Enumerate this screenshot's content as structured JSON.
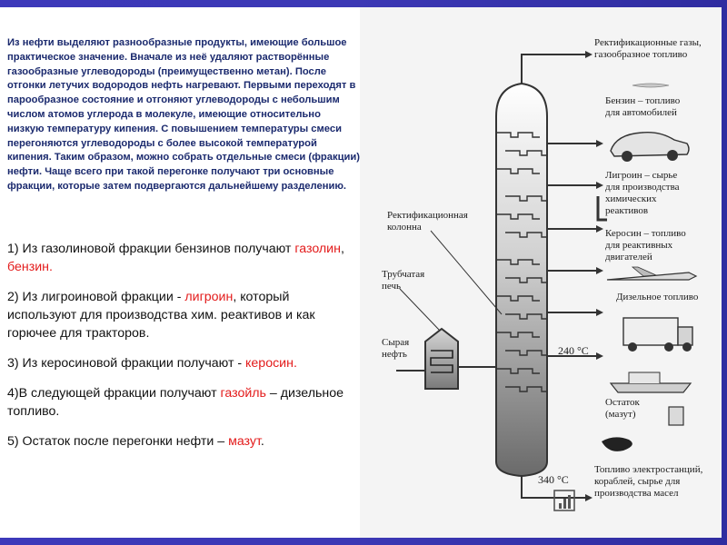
{
  "slide": {
    "intro": "Из нефти выделяют разнообразные продукты, имеющие большое практическое значение. Вначале из неё удаляют растворённые газообразные углеводороды (преимущественно метан). После отгонки летучих водородов нефть нагревают. Первыми переходят в парообразное состояние и отгоняют углеводороды с небольшим числом атомов углерода в молекуле, имеющие относительно низкую температуру кипения. С повышением температуры смеси перегоняются углеводороды с более высокой температурой кипения. Таким образом, можно собрать отдельные смеси (фракции) нефти. Чаще всего при такой перегонке получают три основные фракции, которые затем подвергаются дальнейшему разделению.",
    "facts": [
      {
        "before": "1) Из газолиновой фракции бензинов получают ",
        "hl1": "газолин",
        "mid": ", ",
        "hl2": "бензин.",
        "after": ""
      },
      {
        "before": "2) Из лигроиновой фракции - ",
        "hl1": "лигроин",
        "mid": "",
        "hl2": "",
        "after": ", который используют для производства хим. реактивов и как горючее для тракторов."
      },
      {
        "before": "3) Из керосиновой фракции получают - ",
        "hl1": "керосин.",
        "mid": "",
        "hl2": "",
        "after": ""
      },
      {
        "before": "4)В следующей фракции получают ",
        "hl1": "газойль",
        "mid": "",
        "hl2": "",
        "after": " – дизельное топливо."
      },
      {
        "before": "5) Остаток после  перегонки нефти – ",
        "hl1": "мазут",
        "mid": "",
        "hl2": "",
        "after": "."
      }
    ]
  },
  "diagram": {
    "products": [
      {
        "line1": "Ректификационные газы,",
        "line2": "газообразное топливо",
        "line3": "",
        "line4": ""
      },
      {
        "line1": "Бензин – топливо",
        "line2": "для автомобилей",
        "line3": "",
        "line4": ""
      },
      {
        "line1": "Лигроин – сырье",
        "line2": "для производства",
        "line3": "химических",
        "line4": "реактивов"
      },
      {
        "line1": "Керосин – топливо",
        "line2": "для реактивных",
        "line3": "двигателей",
        "line4": ""
      },
      {
        "line1": "Дизельное топливо",
        "line2": "",
        "line3": "",
        "line4": ""
      },
      {
        "line1": "Остаток",
        "line2": "(мазут)",
        "line3": "",
        "line4": ""
      },
      {
        "line1": "Топливо электростанций,",
        "line2": "кораблей, сырье для",
        "line3": "производства масел",
        "line4": ""
      }
    ],
    "labels": {
      "column": [
        "Ректификационная",
        "колонна"
      ],
      "furnace": [
        "Трубчатая",
        "печь"
      ],
      "crude": [
        "Сырая",
        "нефть"
      ],
      "temp_top": "240 °С",
      "temp_bottom": "340 °С"
    }
  }
}
